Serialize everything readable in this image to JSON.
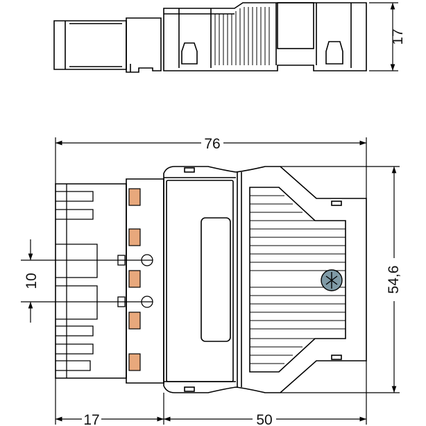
{
  "dimensions": {
    "side_height": "17",
    "overall_length": "76",
    "overall_width": "54,6",
    "pitch": "10",
    "plug_length": "17",
    "body_length": "50"
  },
  "colors": {
    "line": "#000000",
    "contact": "#e8a87c",
    "screw": "#7f9aa6"
  }
}
